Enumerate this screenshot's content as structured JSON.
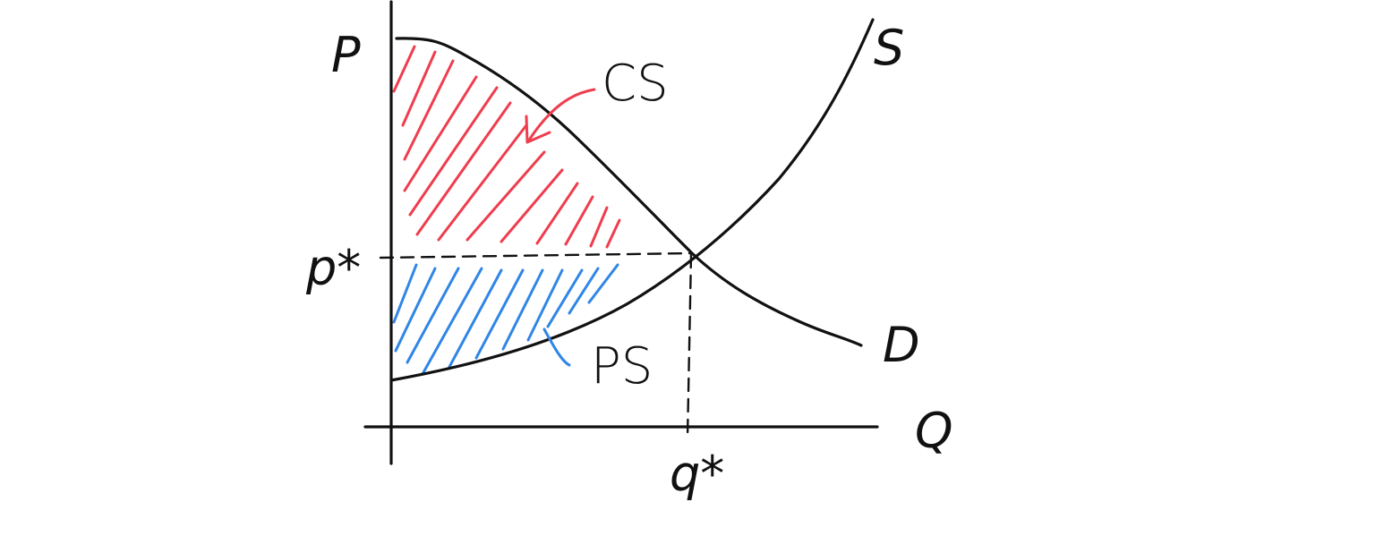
{
  "labels": {
    "price_axis": "P",
    "quantity_axis": "Q",
    "supply": "S",
    "demand": "D",
    "equilibrium_price": "p*",
    "equilibrium_quantity": "q*",
    "consumer_surplus": "CS",
    "producer_surplus": "PS"
  },
  "colors": {
    "ink": "#111111",
    "consumer_surplus": "#ef3d4e",
    "producer_surplus": "#2f86e6",
    "background": "#ffffff"
  }
}
